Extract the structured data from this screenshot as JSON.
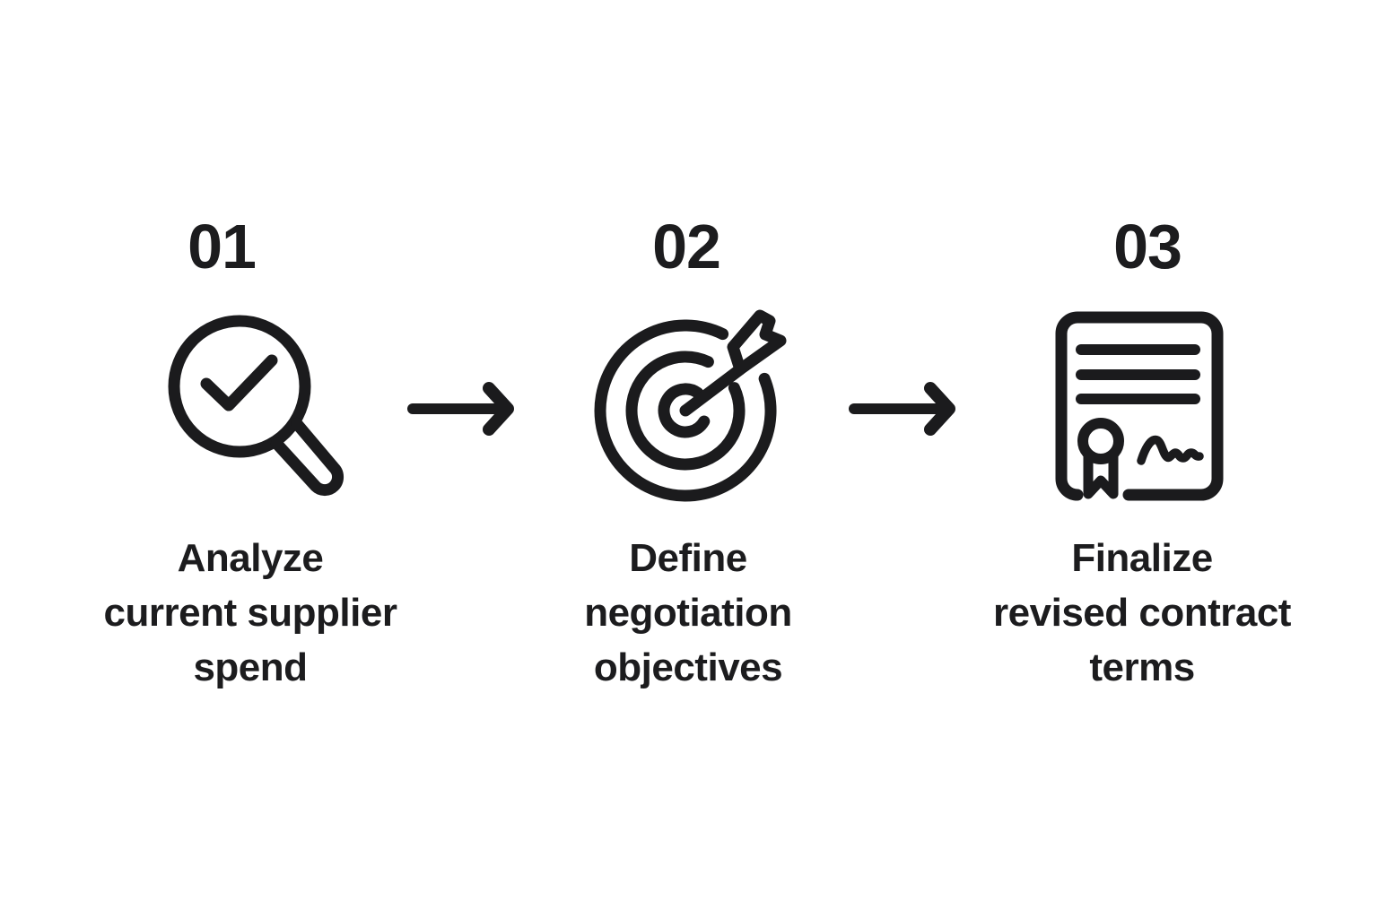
{
  "colors": {
    "background": "#ffffff",
    "ink": "#1b1b1d"
  },
  "steps": [
    {
      "number": "01",
      "icon": "magnifier-check-icon",
      "label_lines": [
        "Analyze",
        "current supplier",
        "spend"
      ]
    },
    {
      "number": "02",
      "icon": "target-dart-icon",
      "label_lines": [
        "Define",
        "negotiation",
        "objectives"
      ]
    },
    {
      "number": "03",
      "icon": "contract-seal-icon",
      "label_lines": [
        "Finalize",
        "revised contract",
        "terms"
      ]
    }
  ],
  "connectors": [
    {
      "icon": "arrow-right-icon"
    },
    {
      "icon": "arrow-right-icon"
    }
  ]
}
